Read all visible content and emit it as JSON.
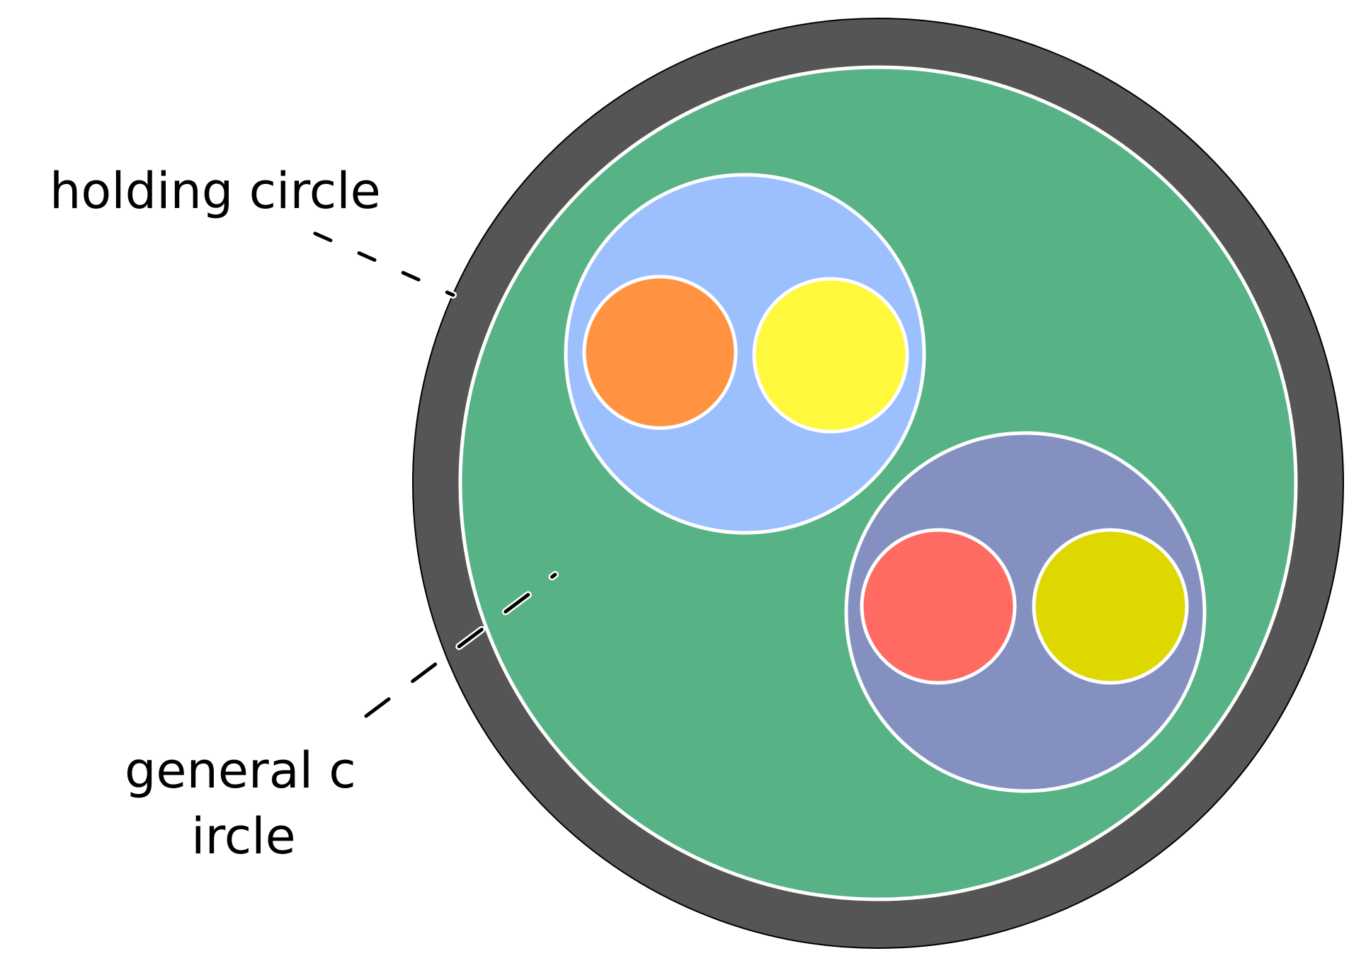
{
  "labels": {
    "holding_circle": "holding circle",
    "general_circle_line1": "general c",
    "general_circle_line2": "ircle"
  },
  "colors": {
    "holding_ring": "#555555",
    "general_fill": "#57b386",
    "group_a_fill": "#9bc0fd",
    "group_b_fill": "#8491c0",
    "orange_dot": "#ff9342",
    "yellow_dot": "#fff83d",
    "red_dot": "#ff6b62",
    "olive_dot": "#dfd700",
    "outline": "#ffffff",
    "leader_line": "#000000"
  }
}
